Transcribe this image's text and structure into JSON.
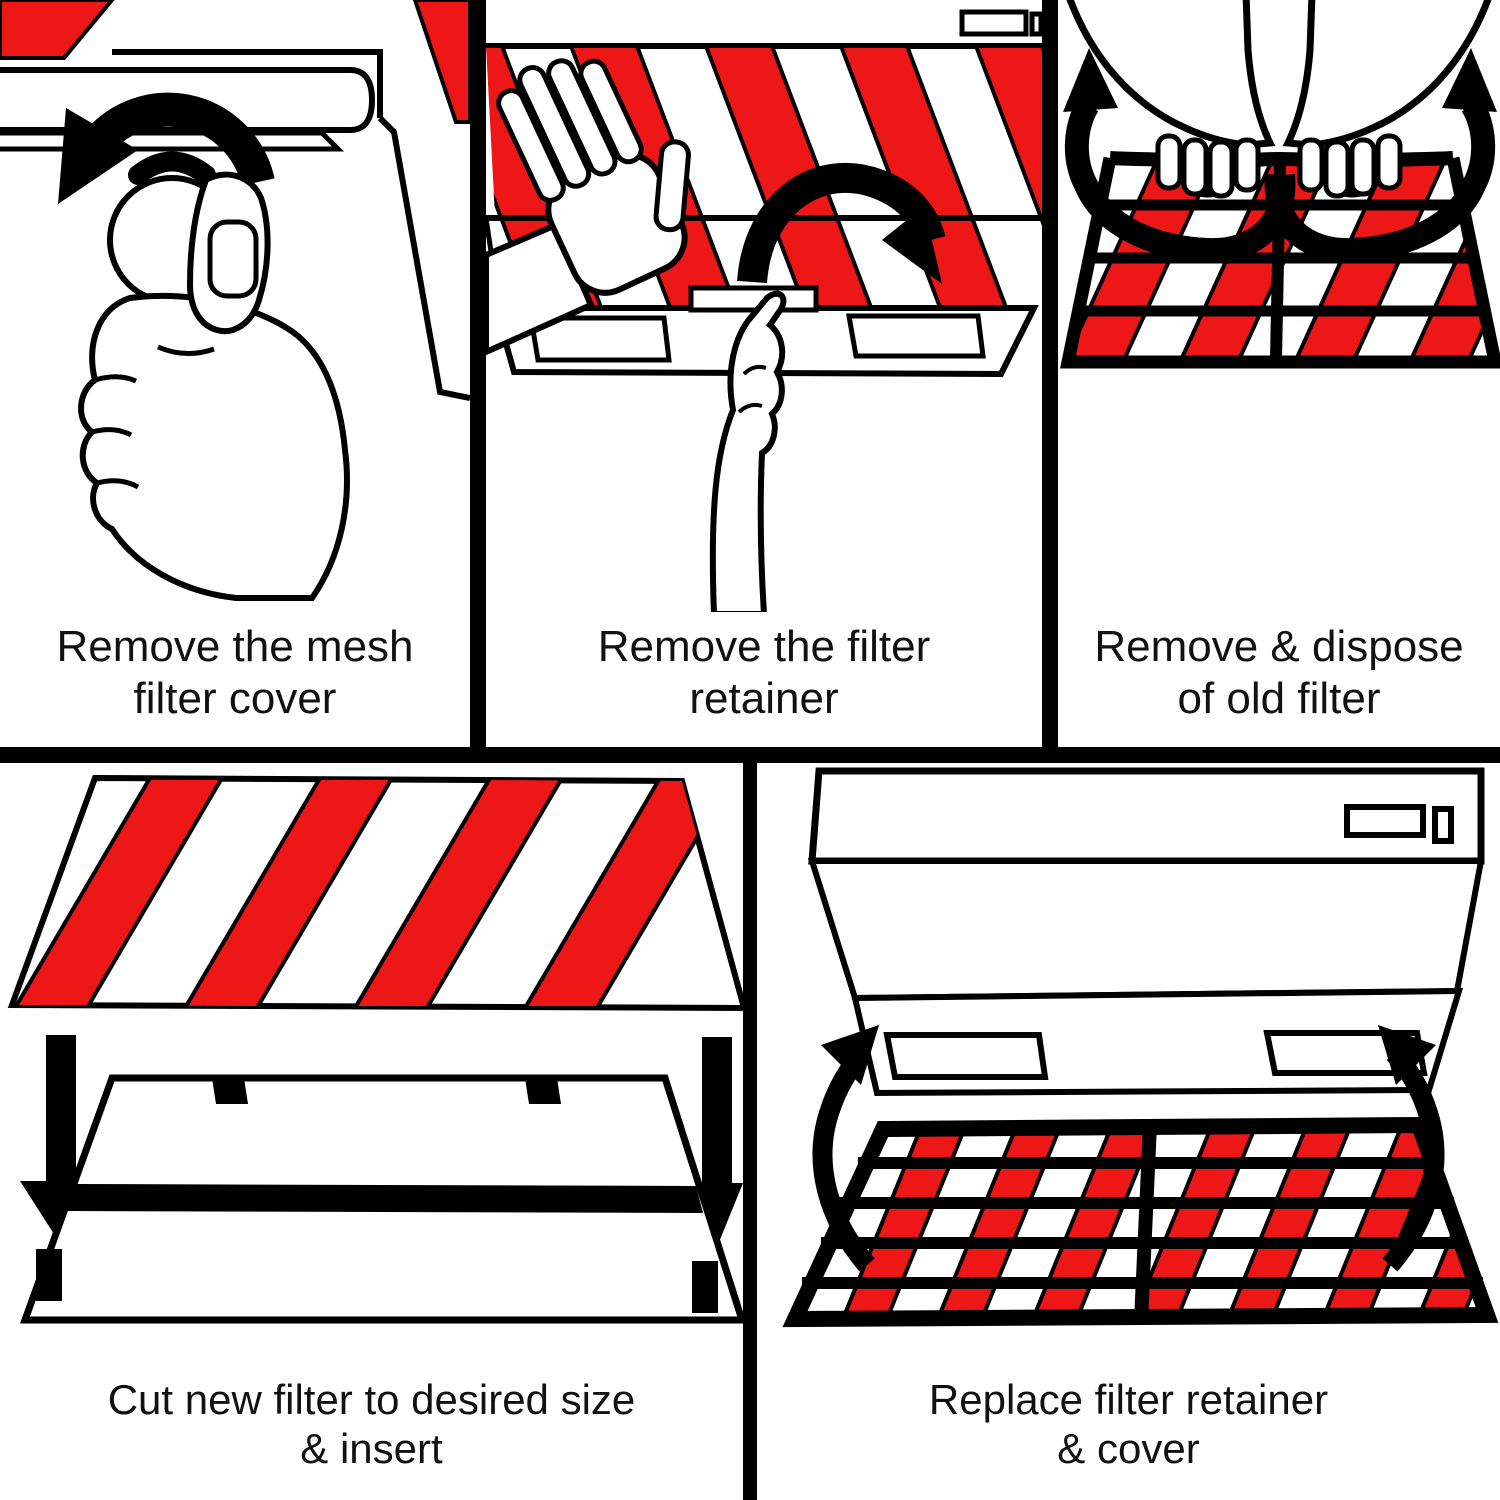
{
  "meta": {
    "title": "Range hood filter replacement instructions"
  },
  "colors": {
    "stripe_red": "#ed1717",
    "line_black": "#000000",
    "background": "#ffffff"
  },
  "steps": [
    {
      "name": "step-1",
      "caption": [
        "Remove the mesh",
        "filter cover"
      ],
      "illustration": "hand-unscrewing-knob-under-hood"
    },
    {
      "name": "step-2",
      "caption": [
        "Remove the filter",
        "retainer"
      ],
      "illustration": "hands-removing-filter-retainer-from-striped-filter"
    },
    {
      "name": "step-3",
      "caption": [
        "Remove & dispose",
        "of old filter"
      ],
      "illustration": "hands-flexing-old-grid-filter"
    },
    {
      "name": "step-4",
      "caption": [
        "Cut new filter to desired size",
        "& insert"
      ],
      "illustration": "striped-filter-sheet-dropping-into-tray"
    },
    {
      "name": "step-5",
      "caption": [
        "Replace filter retainer",
        "& cover"
      ],
      "illustration": "grid-retainer-swinging-back-onto-hood"
    }
  ]
}
